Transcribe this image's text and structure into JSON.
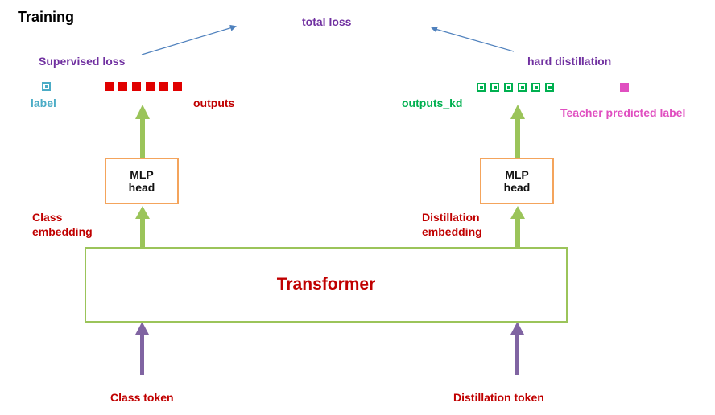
{
  "title": "Training",
  "total_loss": "total loss",
  "supervised_loss": "Supervised loss",
  "hard_distillation": "hard distillation",
  "label": "label",
  "outputs": "outputs",
  "outputs_kd": "outputs_kd",
  "teacher_label": "Teacher predicted label",
  "mlp_left": {
    "line1": "MLP",
    "line2": "head"
  },
  "mlp_right": {
    "line1": "MLP",
    "line2": "head"
  },
  "class_embedding": {
    "line1": "Class",
    "line2": "embedding"
  },
  "distillation_embedding": {
    "line1": "Distillation",
    "line2": "embedding"
  },
  "transformer": "Transformer",
  "class_token": "Class token",
  "distillation_token": "Distillation token",
  "colors": {
    "purple_text": "#7030a0",
    "red_text": "#c00000",
    "green_text": "#00b050",
    "cyan": "#4bacc6",
    "magenta": "#e04fc0",
    "red_square": "#e00000",
    "green_square": "#00b050",
    "green_arrow": "#9bc45a",
    "purple_arrow": "#8064a2",
    "blue_arrow": "#4f81bd",
    "mlp_border": "#f4a45c"
  }
}
